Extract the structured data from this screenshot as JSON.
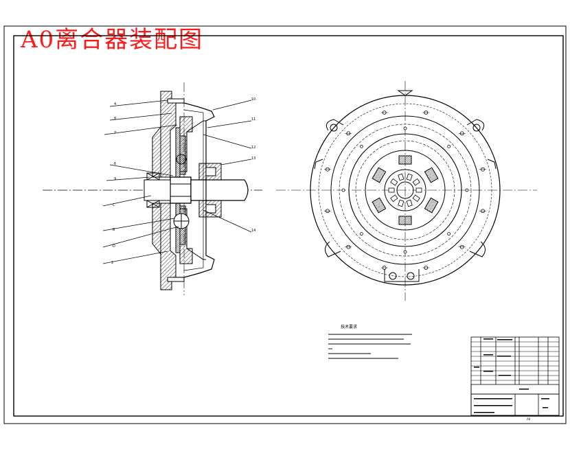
{
  "drawing": {
    "title": "A0离合器装配图",
    "title_color": "#ff1a1a",
    "line_color": "#000000",
    "notes_heading": "技术要求",
    "sheet_size": "A0",
    "part_labels_left": [
      "4",
      "8",
      "7",
      "6",
      "9",
      "C",
      "B",
      "D",
      "2"
    ],
    "part_labels_right": [
      "10",
      "11",
      "12",
      "13",
      "14"
    ]
  }
}
